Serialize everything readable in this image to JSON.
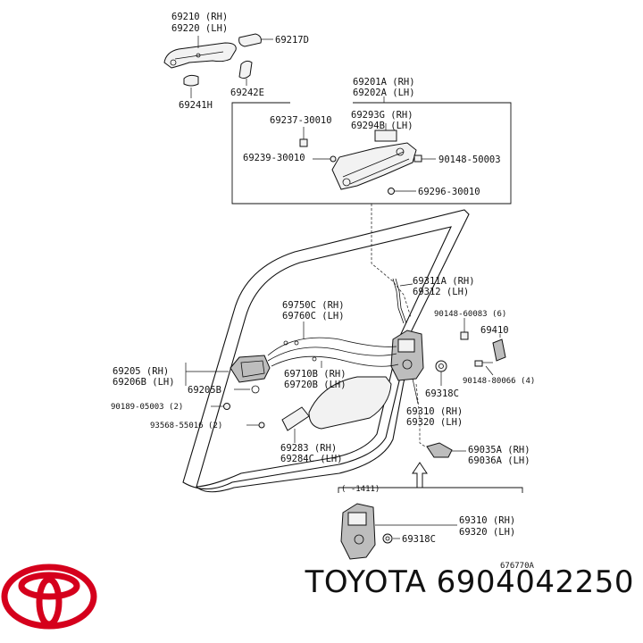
{
  "footer": {
    "brand": "TOYOTA",
    "part_number": "6904042250",
    "logo_icon": "toyota-logo-icon",
    "logo_color": "#d5001c"
  },
  "inset": {
    "range_label": "(   -1411)",
    "drawing_code": "676770A"
  },
  "labels": {
    "l69210": "69210 (RH)",
    "l69220": "69220 (LH)",
    "l69217": "69217D",
    "l69242": "69242E",
    "l69241": "69241H",
    "l69201": "69201A (RH)",
    "l69202": "69202A (LH)",
    "l69237": "69237-30010",
    "l69293": "69293G (RH)",
    "l69294": "69294B (LH)",
    "l69239": "69239-30010",
    "l90148a": "90148-50003",
    "l69296": "69296-30010",
    "l69311": "69311A (RH)",
    "l69312": "69312 (LH)",
    "l69750": "69750C (RH)",
    "l69760": "69760C (LH)",
    "l90148b": "90148-60083 (6)",
    "l69410": "69410",
    "l69205": "69205 (RH)",
    "l69206": "69206B (LH)",
    "l69710": "69710B (RH)",
    "l69720": "69720B (LH)",
    "l90148c": "90148-80066 (4)",
    "l69205b": "69205B",
    "l69318a": "69318C",
    "l90189": "90189-05003 (2)",
    "l69310a": "69310 (RH)",
    "l69320a": "69320 (LH)",
    "l93568": "93568-55016 (2)",
    "l69035": "69035A (RH)",
    "l69036": "69036A (LH)",
    "l69283": "69283 (RH)",
    "l69284": "69284C (LH)",
    "l69310b": "69310 (RH)",
    "l69320b": "69320 (LH)",
    "l69318b": "69318C"
  }
}
